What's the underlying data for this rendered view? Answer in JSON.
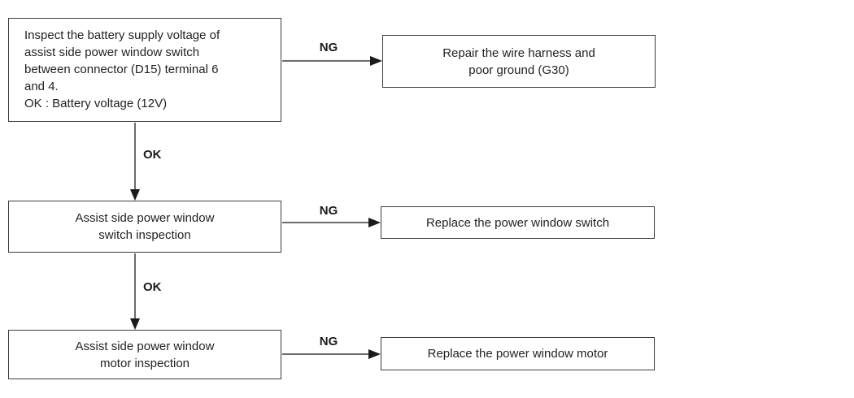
{
  "flowchart": {
    "steps": [
      {
        "text": "Inspect the battery supply voltage of\nassist side power window switch\nbetween connector (D15) terminal 6\nand 4.\nOK : Battery voltage (12V)",
        "ng_label": "NG",
        "ng_result": "Repair the wire harness and\npoor ground (G30)",
        "ok_label": "OK"
      },
      {
        "text": "Assist side power window\nswitch inspection",
        "ng_label": "NG",
        "ng_result": "Replace the power window switch",
        "ok_label": "OK"
      },
      {
        "text": "Assist side power window\nmotor inspection",
        "ng_label": "NG",
        "ng_result": "Replace the power window motor"
      }
    ]
  }
}
